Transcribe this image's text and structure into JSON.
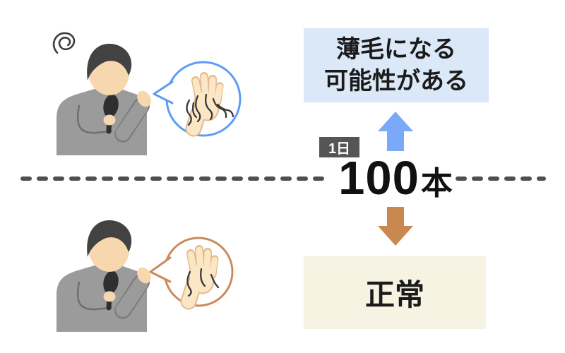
{
  "threshold": {
    "badge": "1日",
    "value": "100",
    "unit": "本"
  },
  "outcomes": {
    "above": {
      "line1": "薄毛になる",
      "line2": "可能性がある",
      "bg": "#dbe8f7"
    },
    "below": {
      "label": "正常",
      "bg": "#f7f3e3"
    }
  },
  "figures": {
    "top_person": "worried-man-with-hairbrush",
    "top_bubble": "palm-with-many-fallen-hairs",
    "bottom_person": "man-with-hairbrush",
    "bottom_bubble": "palm-with-few-fallen-hairs"
  },
  "colors": {
    "arrow_up": "#7aa9f8",
    "arrow_down": "#c9884f",
    "bubble_top_stroke": "#5e9cf5",
    "bubble_bottom_stroke": "#c98b5c",
    "divider": "#4f4f4f",
    "badge_bg": "#555555",
    "body": "#9b9b9b",
    "hair": "#424242",
    "skin": "#f7d7ae",
    "hand_skin": "#fbe7c6",
    "hand_outline": "#e5b98c",
    "hair_strand": "#3a3a3a",
    "text": "#1b1b1b"
  }
}
